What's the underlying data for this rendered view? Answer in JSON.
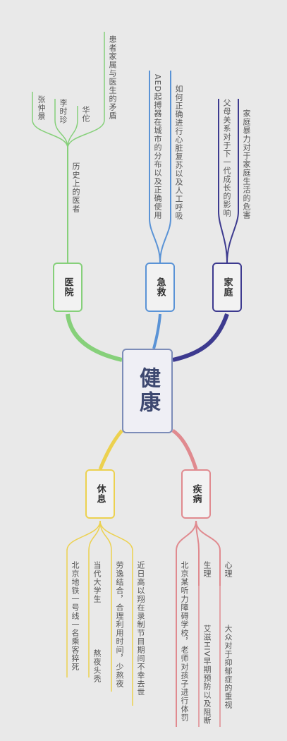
{
  "root": {
    "label": "健康"
  },
  "colors": {
    "family": "#3d3a8f",
    "firstaid": "#5a93d6",
    "hospital": "#86d07a",
    "disease": "#e08a8f",
    "rest": "#ecd14f"
  },
  "branches": {
    "family": {
      "label": "家庭",
      "items": [
        "父母关系对于下一代成长的影响",
        "家庭暴力对于家庭生活的危害"
      ]
    },
    "firstaid": {
      "label": "急救",
      "items": [
        "AED起搏器在城市的分布以及正确使用",
        "如何正确进行心脏复苏以及人工呼吸"
      ]
    },
    "hospital": {
      "label": "医院",
      "sub": "历史上的医者",
      "items": [
        "张仲景",
        "李时珍",
        "华佗"
      ],
      "extra": "患者家属与医生的矛盾"
    },
    "disease": {
      "label": "疾病",
      "sub": [
        "北京某听力障碍学校，老师对孩子进行体罚",
        "生理",
        "心理"
      ],
      "items": [
        "艾滋HIV早期预防以及阻断",
        "大众对于抑郁症的重视"
      ]
    },
    "rest": {
      "label": "休息",
      "items": [
        "北京地铁一号线一名乘客猝死",
        "当代大学生",
        "劳逸结合，合理利用时间，少熬夜",
        "近日高以翔在录制节目期间不幸去世"
      ],
      "extra": "熬夜头秃"
    }
  }
}
